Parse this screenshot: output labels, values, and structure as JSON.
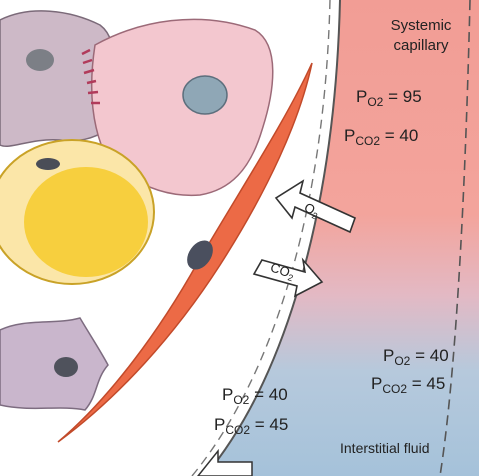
{
  "capillary": {
    "title_line1": "Systemic",
    "title_line2": "capillary",
    "po2_sym": "P",
    "po2_sub": "O2",
    "po2_val": " = 95",
    "pco2_sym": "P",
    "pco2_sub": "CO2",
    "pco2_val": " = 40"
  },
  "venous_end": {
    "po2_sym": "P",
    "po2_sub": "O2",
    "po2_val": " = 40",
    "pco2_sym": "P",
    "pco2_sub": "CO2",
    "pco2_val": " = 45"
  },
  "interstitial": {
    "po2_sym": "P",
    "po2_sub": "O2",
    "po2_val": " = 40",
    "pco2_sym": "P",
    "pco2_sub": "CO2",
    "pco2_val": " = 45",
    "label": "Interstitial fluid"
  },
  "arrows": {
    "o2_sym": "O",
    "o2_sub": "2",
    "co2_sym": "CO",
    "co2_sub": "2"
  },
  "colors": {
    "arterial": "#f4a39b",
    "venous": "#a9c4da",
    "muscle": "#ec6a46",
    "fat": "#f7cf3e"
  }
}
